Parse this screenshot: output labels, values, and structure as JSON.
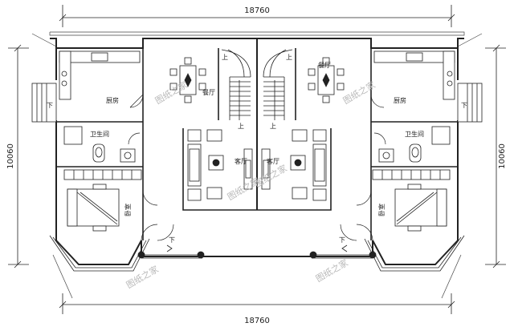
{
  "dimensions": {
    "top_width": "18760",
    "bottom_width": "18760",
    "left_height": "10060",
    "right_height": "10060"
  },
  "rooms": {
    "kitchen_left": "厨房",
    "kitchen_right": "厨房",
    "bath_left": "卫生间",
    "bath_right": "卫生间",
    "bedroom_left": "卧室",
    "bedroom_right": "卧室",
    "dining_left": "餐厅",
    "dining_right": "餐厅",
    "living_left": "客厅",
    "living_right": "客厅"
  },
  "stairs": {
    "up_left": "上",
    "up_left_lower": "上",
    "up_right": "上",
    "up_right_lower": "上",
    "down_left": "下",
    "down_right": "下",
    "down_side_left": "下",
    "down_side_right": "下"
  },
  "watermark": "图纸之家"
}
